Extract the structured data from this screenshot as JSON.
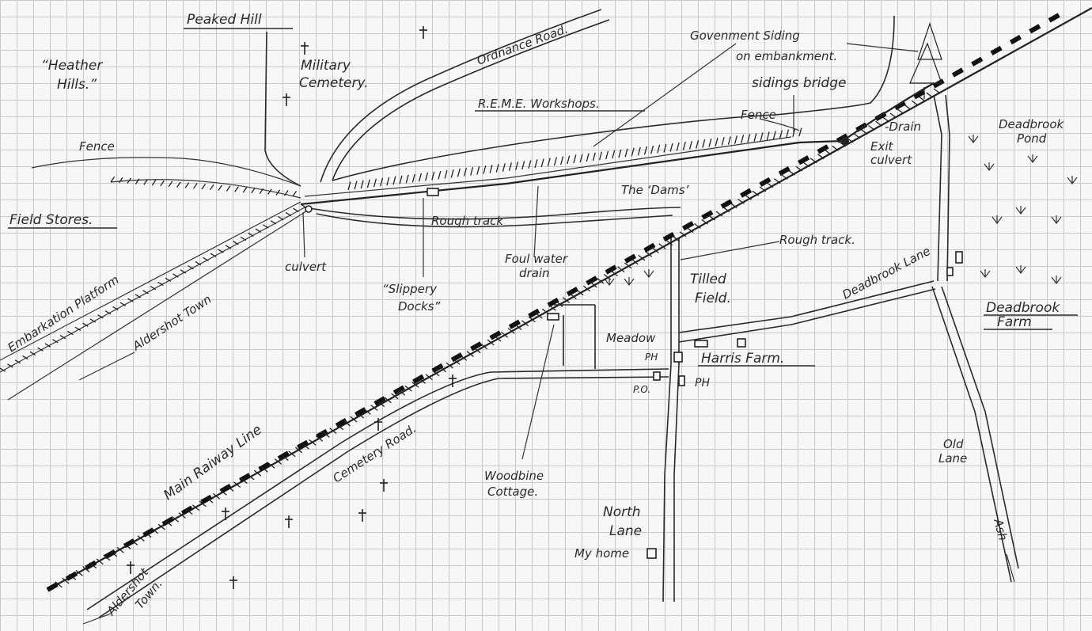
{
  "labels": {
    "peaked_hill": "Peaked Hill",
    "heather_hills_1": "“Heather",
    "heather_hills_2": "Hills.”",
    "military_cemetery_1": "Military",
    "military_cemetery_2": "Cemetery.",
    "ordnance_road": "Ordnance Road.",
    "government_siding_1": "Govenment Siding",
    "government_siding_2": "on embankment.",
    "sidings_bridge": "sidings bridge",
    "reme_workshops": "R.E.M.E. Workshops.",
    "fence_top": "Fence",
    "fence_left": "Fence",
    "drain": "-Drain",
    "exit_culvert_1": "Exit",
    "exit_culvert_2": "culvert",
    "deadbrook_pond_1": "Deadbrook",
    "deadbrook_pond_2": "Pond",
    "the_dams": "The ‘Dams’",
    "field_stores": "Field Stores.",
    "rough_track_1": "Rough track",
    "rough_track_2": "Rough track.",
    "culvert": "culvert",
    "foul_water_1": "Foul water",
    "foul_water_2": "drain",
    "slippery_docks_1": "“Slippery",
    "slippery_docks_2": "Docks”",
    "embarkation_platform": "Embarkation Platform",
    "aldershot_town_top": "Aldershot Town",
    "tilled_field_1": "Tilled",
    "tilled_field_2": "Field.",
    "deadbrook_lane": "Deadbrook Lane",
    "deadbrook_farm_1": "Deadbrook",
    "deadbrook_farm_2": "Farm",
    "meadow": "Meadow",
    "ph_1": "PH",
    "ph_2": "PH",
    "harris_farm": "Harris Farm.",
    "po": "P.O.",
    "main_railway_line": "Main Raiway Line",
    "cemetery_road": "Cemetery Road.",
    "woodbine_cottage_1": "Woodbine",
    "woodbine_cottage_2": "Cottage.",
    "old_lane_1": "Old",
    "old_lane_2": "Lane",
    "north_lane_1": "North",
    "north_lane_2": "Lane",
    "my_home": "My home",
    "aldershot_town_bottom_1": "Aldershot",
    "aldershot_town_bottom_2": "Town.",
    "ash": "Ash"
  },
  "symbols": {
    "cross_icon": "cemetery-cross",
    "marsh_icon": "marsh-tuft",
    "tree_icon": "conifer-tree"
  },
  "colors": {
    "ink": "#2a2a2a",
    "paper": "#f7f7f5",
    "grid": "#c8c8c8"
  }
}
